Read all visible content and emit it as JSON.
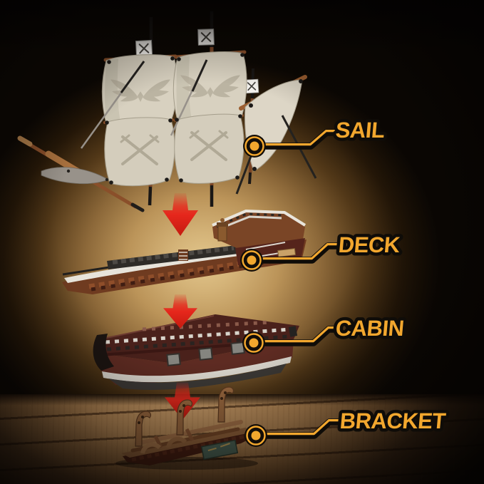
{
  "page": {
    "description": "Exploded assembly diagram of a brick-built pirate ship model hovering over a wooden table, split into four stacked layers joined by red down arrows"
  },
  "callouts": [
    {
      "id": "sail",
      "label": "SAIL"
    },
    {
      "id": "deck",
      "label": "DECK"
    },
    {
      "id": "cabin",
      "label": "CABIN"
    },
    {
      "id": "bracket",
      "label": "BRACKET"
    }
  ],
  "icons": {
    "flag": "crossed-swords-flag-icon",
    "assembly_arrow": "red-down-arrow-icon",
    "callout_marker": "gold-target-dot-icon"
  },
  "colors": {
    "accent_gold": "#F2A72E",
    "outline_black": "#0F0C08",
    "arrow_red": "#E6271C",
    "sail_cream": "#D8D1C0",
    "hull_brown": "#6F3B20",
    "cabin_maroon": "#5E2B22",
    "wood_table": "#B98A56",
    "background_glow": "#D9BA7E",
    "background_dark": "#0B0703"
  }
}
